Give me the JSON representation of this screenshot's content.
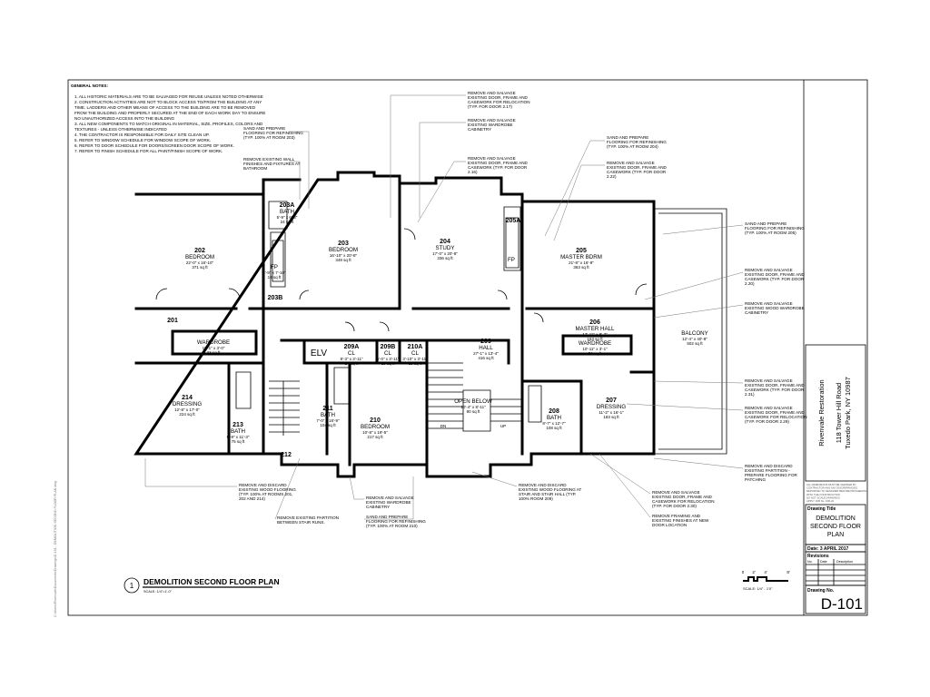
{
  "general_notes": {
    "title": "GENERAL NOTES:",
    "items": [
      "1.   ALL HISTORIC MATERIALS ARE TO BE SALVAGED FOR REUSE UNLESS NOTED OTHERWISE",
      "2.   CONSTRUCTION ACTIVITIES ARE NOT TO BLOCK ACCESS TO/FROM THE BUILDING AT ANY",
      "      TIME. LADDERS AND OTHER MEANS OF ACCESS TO THE BUILDING ARE TO BE REMOVED",
      "      FROM THE BUILDING AND PROPERLY SECURED AT THE END OF EACH WORK DAY TO ENSURE",
      "      NO UNAUTHORIZED ACCESS INTO THE BUILDING",
      "3.   ALL NEW COMPONENTS TO MATCH ORIGINAL IN MATERIAL, SIZE, PROFILES, COLORS AND",
      "      TEXTURES - UNLESS OTHERWISE INDICATED",
      "4.   THE CONTRACTOR IS RESPONSIBLE FOR DAILY SITE CLEAN UP.",
      "5.   REFER TO WINDOW SCHEDULE FOR WINDOW SCOPE OF WORK.",
      "6.   REFER TO DOOR SCHEDULE FOR DOORS/SCREEN DOOR SCOPE OF WORK.",
      "7.   REFER TO FINISH SCHEDULE FOR ALL PAINT/FINISH SCOPE OF WORK."
    ]
  },
  "rooms": [
    {
      "num": "202",
      "name": "BEDROOM",
      "dims": "22'-0\" x 16'-10\"",
      "area": "371 sq ft"
    },
    {
      "num": "203A",
      "name": "BATH",
      "dims": "5'-9\" x 6'-3\"",
      "area": "24 sq ft"
    },
    {
      "num": "",
      "name": "FP",
      "dims": "3'-9\" x 7'-10\"",
      "area": "18 sq ft"
    },
    {
      "num": "203B",
      "name": "",
      "dims": "",
      "area": ""
    },
    {
      "num": "203",
      "name": "BEDROOM",
      "dims": "16'-10\" x 20'-8\"",
      "area": "349 sq ft"
    },
    {
      "num": "204",
      "name": "STUDY",
      "dims": "17'-0\" x 20'-8\"",
      "area": "336 sq ft"
    },
    {
      "num": "205A",
      "name": "",
      "dims": "",
      "area": ""
    },
    {
      "num": "",
      "name": "FP",
      "dims": "",
      "area": ""
    },
    {
      "num": "205",
      "name": "MASTER BDRM",
      "dims": "21'-8\" x 16'-9\"",
      "area": "363 sq ft"
    },
    {
      "num": "201",
      "name": "",
      "dims": "",
      "area": ""
    },
    {
      "num": "",
      "name": "WARDROBE",
      "dims": "11'-1\" x 3'-0\"",
      "area": "33 sq ft"
    },
    {
      "num": "214",
      "name": "DRESSING",
      "dims": "12'-8\" x 17'-0\"",
      "area": "224 sq ft"
    },
    {
      "num": "213",
      "name": "BATH",
      "dims": "6'-9\" x 11'-3\"",
      "area": "75 sq ft"
    },
    {
      "num": "",
      "name": "ELV",
      "dims": "",
      "area": ""
    },
    {
      "num": "209A",
      "name": "CL",
      "dims": "8'-3\" x 3'-11\"",
      "area": "24 sq ft"
    },
    {
      "num": "209B",
      "name": "CL",
      "dims": "5'-0\" x 3'-11\"",
      "area": "19 sq ft"
    },
    {
      "num": "210A",
      "name": "CL",
      "dims": "3'-10\" x 3'-11\"",
      "area": "15 sq ft"
    },
    {
      "num": "211",
      "name": "BATH",
      "dims": "7'-0\" x 16'-9\"",
      "area": "104 sq ft"
    },
    {
      "num": "212",
      "name": "",
      "dims": "",
      "area": ""
    },
    {
      "num": "210",
      "name": "BEDROOM",
      "dims": "10'-8\" x 19'-5\"",
      "area": "217 sq ft"
    },
    {
      "num": "209",
      "name": "HALL",
      "dims": "27'-1\" x 13'-4\"",
      "area": "416 sq ft"
    },
    {
      "num": "",
      "name": "OPEN BELOW",
      "dims": "10'-4\" x 8'-11\"",
      "area": "90 sq ft"
    },
    {
      "num": "206",
      "name": "MASTER HALL",
      "dims": "17'-11\" x 8'-7\"",
      "area": "163 sq ft"
    },
    {
      "num": "",
      "name": "WARDROBE",
      "dims": "10'-11\" x 3'-1\"",
      "area": "34 sq ft"
    },
    {
      "num": "208",
      "name": "BATH",
      "dims": "8'-7\" x 12'-7\"",
      "area": "108 sq ft"
    },
    {
      "num": "207",
      "name": "DRESSING",
      "dims": "11'-2\" x 16'-1\"",
      "area": "183 sq ft"
    },
    {
      "num": "",
      "name": "BALCONY",
      "dims": "12'-4\" x 40'-8\"",
      "area": "502 sq ft"
    }
  ],
  "stair_labels": {
    "down": "DN",
    "up": "UP"
  },
  "annotations": [
    [
      "REMOVE AND SALVAGE",
      "EXISTING DOOR, FRAME AND",
      "CASEWORK FOR RELOCATION",
      "(TYP. FOR DOOR 2.17)"
    ],
    [
      "REMOVE AND SALVAGE",
      "EXISTING WARDROBE",
      "CABINETRY"
    ],
    [
      "REMOVE AND SALVAGE",
      "EXISTING DOOR, FRAME AND",
      "CASEWORK (TYP. FOR DOOR",
      "2.16)"
    ],
    [
      "SAND AND PREPARE",
      "FLOORING FOR REFINISHING",
      "(TYP. 100% AT ROOM 203)"
    ],
    [
      "REMOVE EXISTING WALL",
      "FINISHES AND FIXTURES AT",
      "BATHROOM"
    ],
    [
      "SAND AND PREPARE",
      "FLOORING FOR REFINISHING",
      "(TYP. 100% AT ROOM 204)"
    ],
    [
      "REMOVE AND SALVAGE",
      "EXISTING DOOR, FRAME AND",
      "CASEWORK (TYP. FOR DOOR",
      "2.22)"
    ],
    [
      "SAND AND PREPARE",
      "FLOORING FOR REFINISHING",
      "(TYP. 100% AT ROOM 205)"
    ],
    [
      "REMOVE AND SALVAGE",
      "EXISTING DOOR, FRAME AND",
      "CASEWORK (TYP. FOR DOOR",
      "2.20)"
    ],
    [
      "REMOVE AND SALVAGE",
      "EXISTING WOOD WARDROBE",
      "CABINETRY"
    ],
    [
      "REMOVE AND SALVAGE",
      "EXISTING DOOR, FRAME AND",
      "CASEWORK (TYP. FOR DOOR",
      "2.31)"
    ],
    [
      "REMOVE AND SALVAGE",
      "EXISTING DOOR, FRAME AND",
      "CASEWORK FOR RELOCATION",
      "(TYP. FOR DOOR 2.29)"
    ],
    [
      "REMOVE AND DISCARD",
      "EXISTING PARTITION -",
      "PREPARE FLOORING FOR",
      "PATCHING"
    ],
    [
      "REMOVE AND DISCARD",
      "EXISTING WOOD FLOORING",
      "(TYP. 100% AT ROOMS 201,",
      "202 AND 214)"
    ],
    [
      "REMOVE EXISTING PARTITION",
      "BETWEEN STAIR RUNS."
    ],
    [
      "REMOVE AND SALVAGE",
      "EXISTING WARDROBE",
      "CABINETRY"
    ],
    [
      "SAND AND PREPARE",
      "FLOORING FOR REFINISHING",
      "(TYP. 100% AT ROOM 210)"
    ],
    [
      "REMOVE AND DISCARD",
      "EXISTING WOOD FLOORING AT",
      "STAIR AND STAIR HALL (TYP.",
      "100% ROOM 209)"
    ],
    [
      "REMOVE AND SALVAGE",
      "EXISTING DOOR, FRAME AND",
      "CASEWORK FOR RELOCATION",
      "(TYP. FOR DOOR 2.30)"
    ],
    [
      "REMOVE FRAMING AND",
      "EXISTING FINISHES AT NEW",
      "DOOR LOCATION"
    ]
  ],
  "drawing_label": {
    "number": "1",
    "title": "DEMOLITION SECOND FLOOR PLAN",
    "scale": "SCALE: 1/4\"=1'-0\""
  },
  "scale_bar": {
    "ticks": [
      "0",
      "2'",
      "4'",
      "8'"
    ],
    "label": "SCALE: 1/4\" - 1'0\""
  },
  "title_block": {
    "project": "Rivenvale Restoration",
    "address_1": "118 Tower Hill Road",
    "address_2": "Tuxedo Park, NY 10987",
    "disclaimer": [
      "ALL DIMENSIONS MUST BE VERIFIED BY",
      "CONTRACTOR AND ANY DISCREPANCIES",
      "REPORTED TO DESIGNER BEFORE PROCEEDING",
      "WITH THE CONSTRUCTION",
      "DO NOT SCALE DRAWINGS",
      "APPLY JOB No. 16R-22"
    ],
    "drawing_title_label": "Drawing Title",
    "drawing_title": [
      "DEMOLITION",
      "SECOND FLOOR",
      "PLAN"
    ],
    "date": "Date:  3 APRIL 2017",
    "revisions_label": "Revisions",
    "rev_cols": [
      "No.",
      "Date",
      "Description"
    ],
    "drawing_no_label": "Drawing No.",
    "drawing_no": "D-101"
  },
  "sidebar_text": "C:\\Users\\Rivenvale\\Documents\\Drawings\\D-101 - DEMOLITION SECOND FLOOR PLAN.dwg"
}
